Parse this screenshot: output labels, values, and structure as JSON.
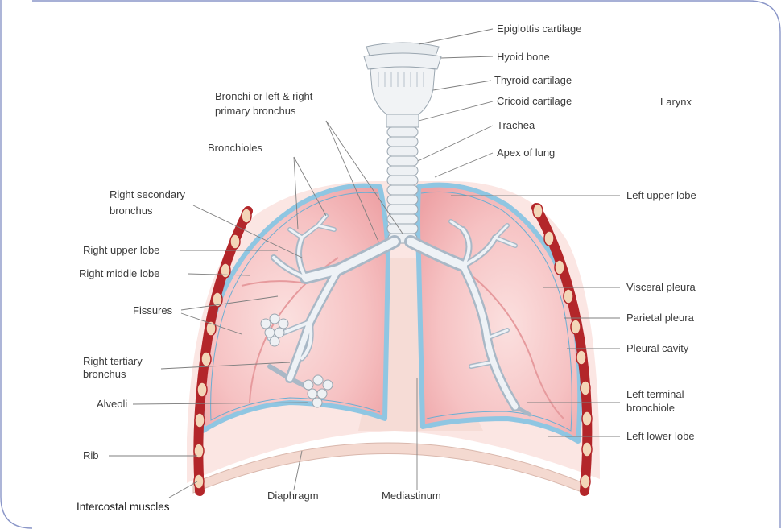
{
  "colors": {
    "frame_border": "#8a96c8",
    "lung_fill": "#f4b4b6",
    "lung_fill_light": "#fbd9d9",
    "pleura_outline": "#8fc6e2",
    "mediastinum_fill": "#f6dcd6",
    "rib_red": "#b3262a",
    "rib_cartilage": "#f3d6b8",
    "bronchi_fill": "#e7edf3",
    "label_text": "#3a3a3a"
  },
  "labels": {
    "epiglottis_cartilage": "Epiglottis cartilage",
    "hyoid_bone": "Hyoid bone",
    "thyroid_cartilage": "Thyroid cartilage",
    "cricoid_cartilage": "Cricoid cartilage",
    "larynx": "Larynx",
    "trachea": "Trachea",
    "apex_of_lung": "Apex of lung",
    "bronchi_line1": "Bronchi or left & right",
    "bronchi_line2": "primary bronchus",
    "bronchioles": "Bronchioles",
    "right_secondary_line1": "Right secondary",
    "right_secondary_line2": "bronchus",
    "right_upper_lobe": "Right upper lobe",
    "right_middle_lobe": "Right middle lobe",
    "fissures": "Fissures",
    "right_tertiary_line1": "Right tertiary",
    "right_tertiary_line2": "bronchus",
    "alveoli": "Alveoli",
    "rib": "Rib",
    "intercostal_muscles": "Intercostal muscles",
    "diaphragm": "Diaphragm",
    "mediastinum": "Mediastinum",
    "left_upper_lobe": "Left upper lobe",
    "visceral_pleura": "Visceral pleura",
    "parietal_pleura": "Parietal pleura",
    "pleural_cavity": "Pleural cavity",
    "left_terminal_line1": "Left terminal",
    "left_terminal_line2": "bronchiole",
    "left_lower_lobe": "Left lower lobe"
  }
}
